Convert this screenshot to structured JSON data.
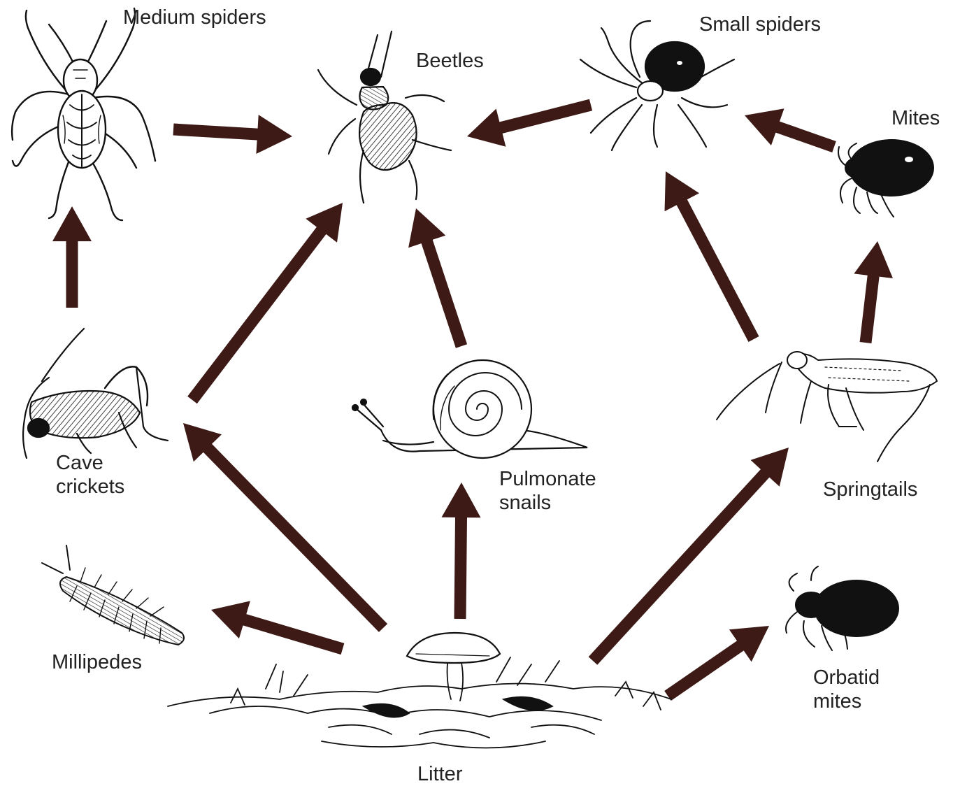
{
  "diagram": {
    "colors": {
      "arrow": "#3d1a16",
      "ink": "#111111",
      "label": "#222222"
    },
    "nodes": {
      "medium_spiders": {
        "label": "Medium spiders"
      },
      "beetles": {
        "label": "Beetles"
      },
      "small_spiders": {
        "label": "Small spiders"
      },
      "mites": {
        "label": "Mites"
      },
      "cave_crickets": {
        "line1": "Cave",
        "line2": "crickets"
      },
      "pulmonate_snails": {
        "line1": "Pulmonate",
        "line2": "snails"
      },
      "springtails": {
        "label": "Springtails"
      },
      "millipedes": {
        "label": "Millipedes"
      },
      "orbatid_mites": {
        "line1": "Orbatid",
        "line2": "mites"
      },
      "litter": {
        "label": "Litter"
      }
    },
    "edges": [
      {
        "from": "Medium spiders",
        "to": "Beetles"
      },
      {
        "from": "Small spiders",
        "to": "Beetles"
      },
      {
        "from": "Mites",
        "to": "Small spiders"
      },
      {
        "from": "Cave crickets",
        "to": "Medium spiders"
      },
      {
        "from": "Cave crickets",
        "to": "Beetles"
      },
      {
        "from": "Pulmonate snails",
        "to": "Beetles"
      },
      {
        "from": "Springtails",
        "to": "Small spiders"
      },
      {
        "from": "Springtails",
        "to": "Mites"
      },
      {
        "from": "Litter",
        "to": "Cave crickets"
      },
      {
        "from": "Litter",
        "to": "Pulmonate snails"
      },
      {
        "from": "Litter",
        "to": "Millipedes"
      },
      {
        "from": "Litter",
        "to": "Springtails"
      },
      {
        "from": "Litter",
        "to": "Orbatid mites"
      }
    ]
  }
}
